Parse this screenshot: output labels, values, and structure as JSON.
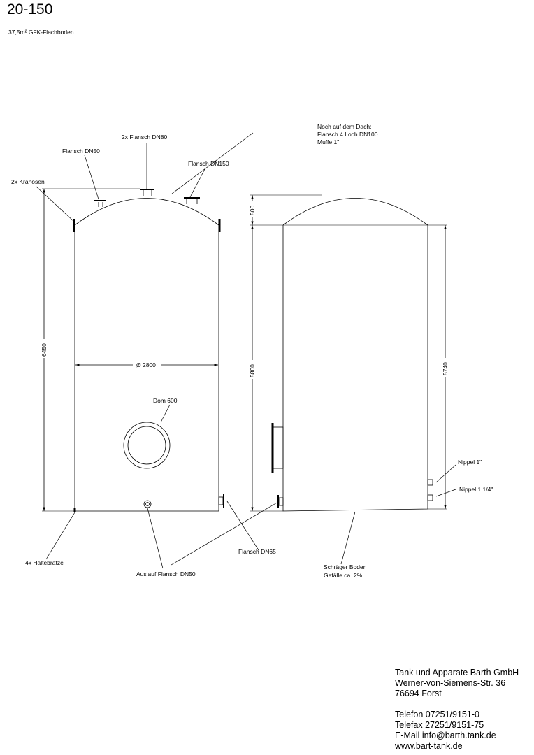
{
  "header": {
    "title": "20-150",
    "subtitle": "37,5m² GFK-Flachboden"
  },
  "drawing": {
    "labels": {
      "roof_note_1": "Noch auf dem Dach:",
      "roof_note_2": "Flansch 4 Loch DN100",
      "roof_note_3": "Muffe 1\"",
      "flange_dn80": "2x Flansch DN80",
      "flange_dn50": "Flansch DN50",
      "flange_dn150": "Flansch DN150",
      "crane_eyes": "2x Kranösen",
      "manhole": "Dom 600",
      "diameter": "Ø 2800",
      "holding_brackets": "4x Haltebratze",
      "outlet": "Auslauf Flansch DN50",
      "flange_dn65": "Flansch DN65",
      "sloped_floor_1": "Schräger Boden",
      "sloped_floor_2": "Gefälle ca. 2%",
      "nipple_1": "Nippel 1\"",
      "nipple_1_25": "Nippel 1 1/4\""
    },
    "dimensions": {
      "total_height": "6450",
      "roof_height": "500",
      "shell_height": "5800",
      "shell_height_right": "5740"
    }
  },
  "company": {
    "name": "Tank und Apparate Barth GmbH",
    "street": "Werner-von-Siemens-Str. 36",
    "city": "76694 Forst",
    "phone": "Telefon 07251/9151-0",
    "fax": "Telefax 27251/9151-75",
    "email": "E-Mail info@barth.tank.de",
    "web": "www.bart-tank.de"
  }
}
